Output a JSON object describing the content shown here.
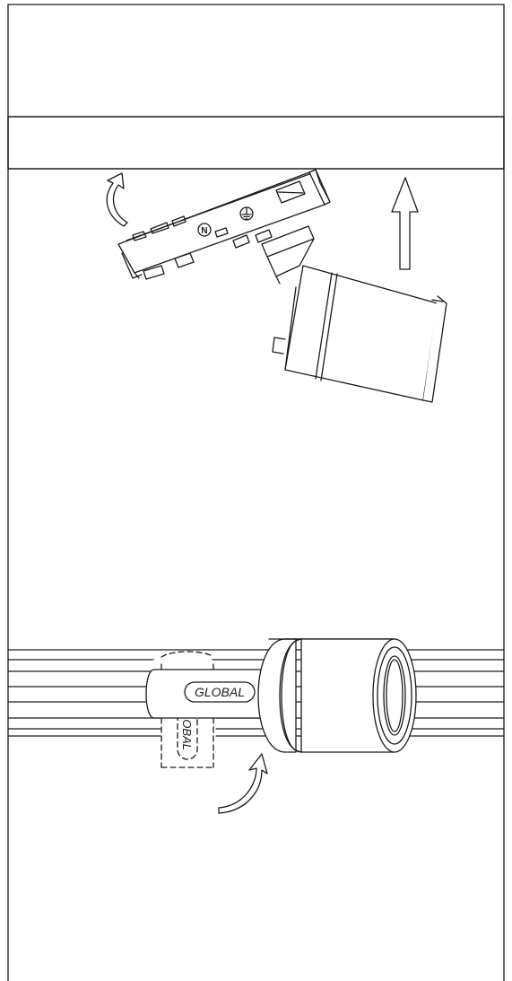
{
  "diagram": {
    "type": "installation-instructions",
    "ink_color": "#1a1a1a",
    "background_color": "#ffffff",
    "step1": {
      "symbols": [
        "neutral-symbol",
        "ground-symbol"
      ],
      "neutral_label": "N"
    },
    "step2": {
      "adapter_label": "GLOBAL",
      "adapter_ghost_label": "GLOBAL"
    }
  }
}
